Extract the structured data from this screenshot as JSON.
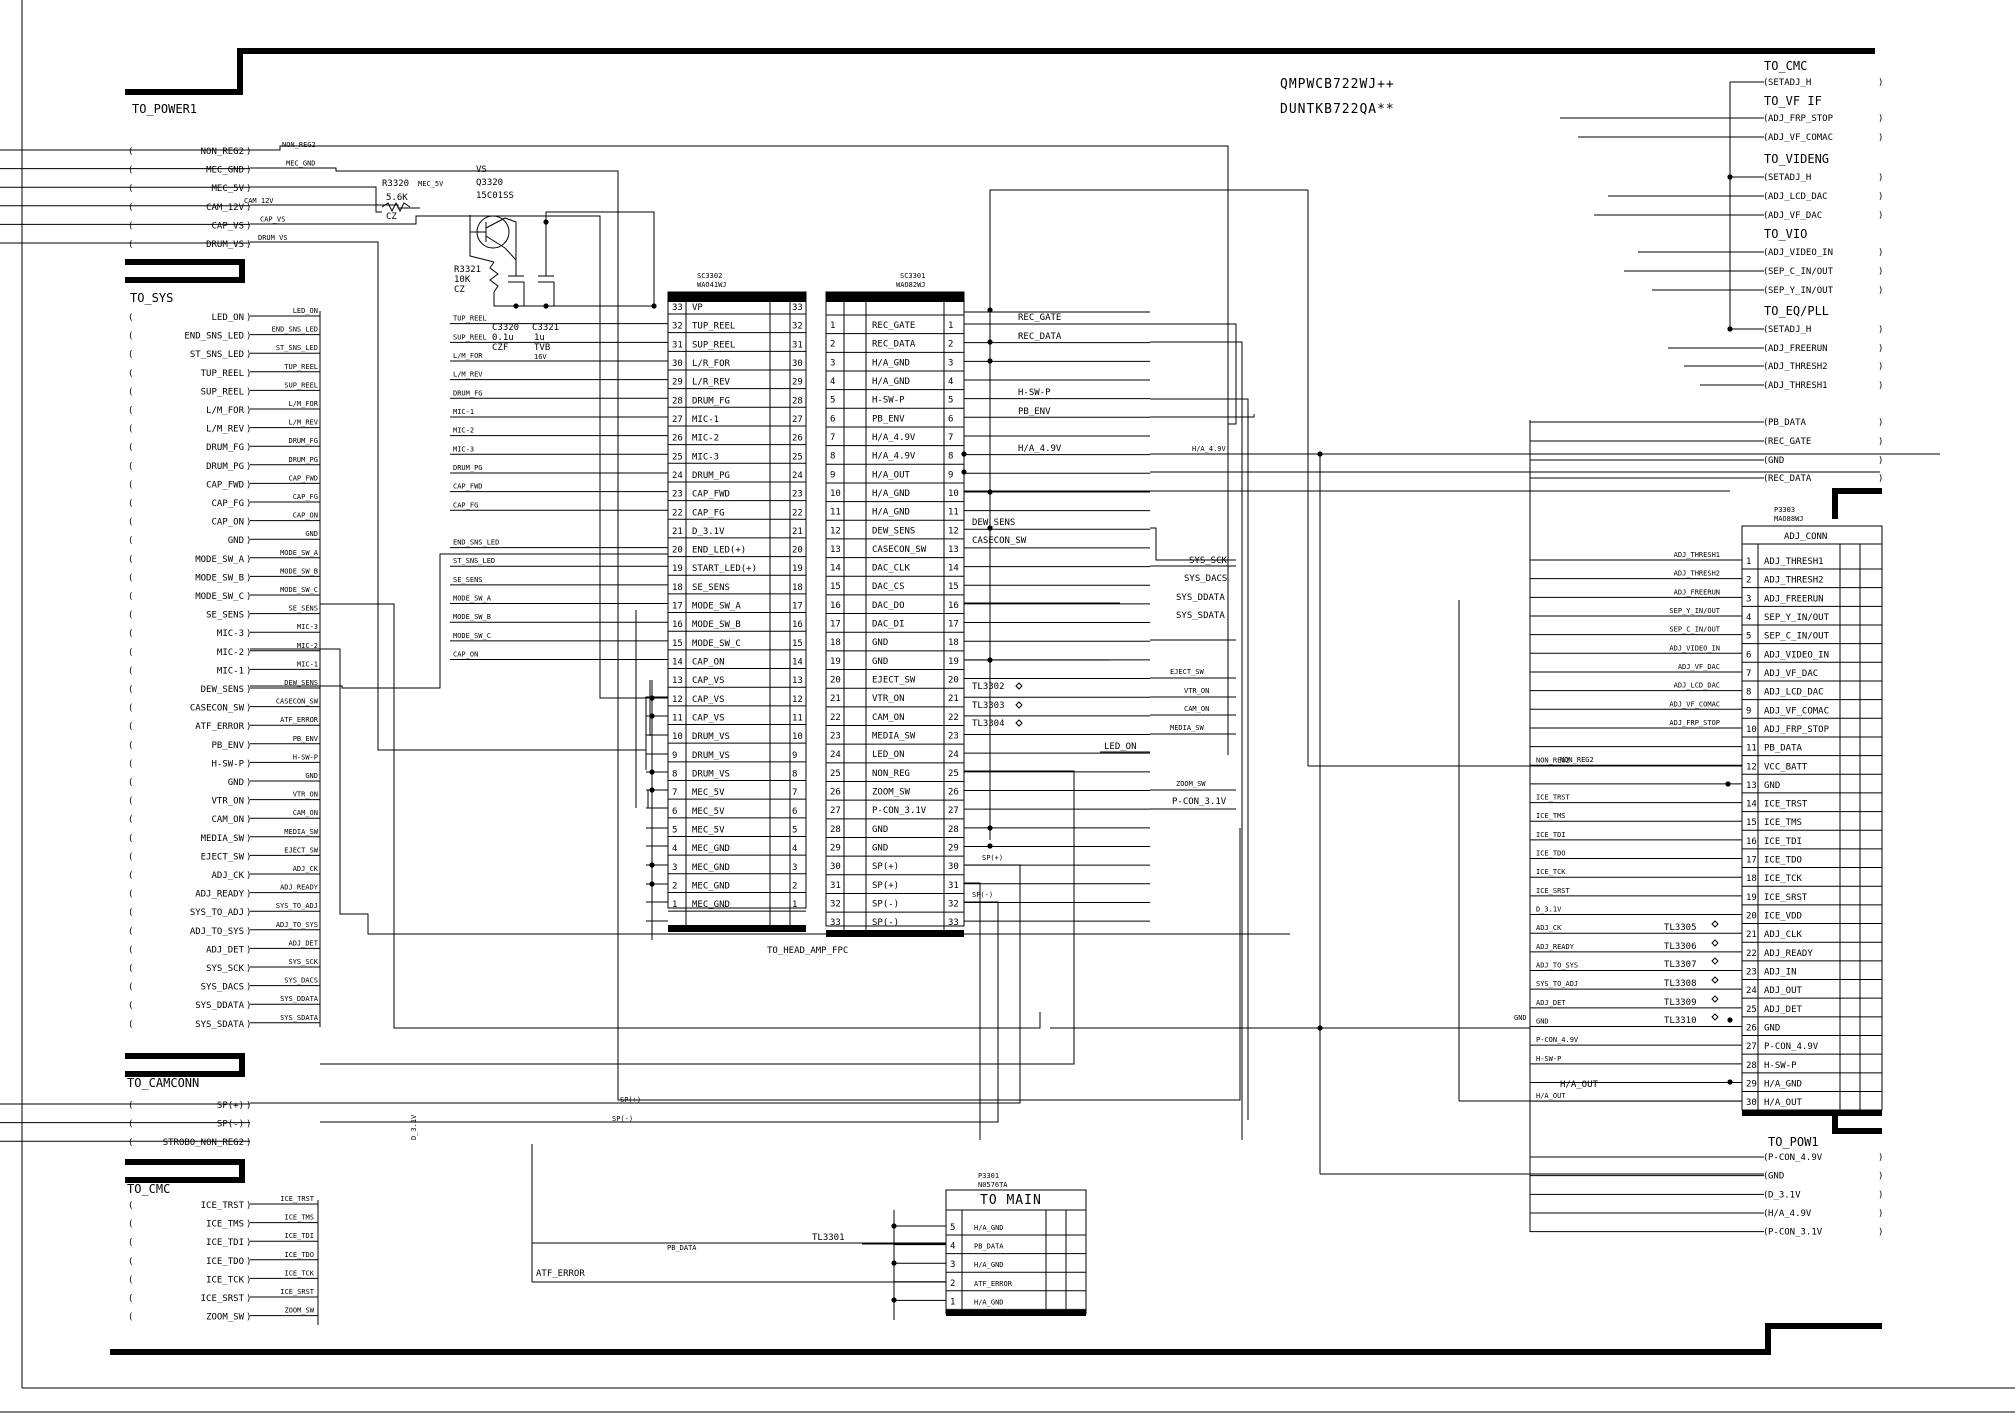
{
  "part_numbers": [
    "QMPWCB722WJ++",
    "DUNTKB722QA**"
  ],
  "to_power1": {
    "title": "TO_POWER1",
    "pins": [
      "NON_REG2",
      "MEC_GND",
      "MEC_5V",
      "CAM_12V",
      "CAP_VS",
      "DRUM_VS"
    ],
    "nets": [
      "NON_REG2",
      "MEC_GND",
      "MEC_5V",
      "CAM_12V",
      "CAP_VS",
      "DRUM_VS"
    ]
  },
  "to_sys": {
    "title": "TO_SYS",
    "pins": [
      "LED_ON",
      "END_SNS_LED",
      "ST_SNS_LED",
      "TUP_REEL",
      "SUP_REEL",
      "L/M_FOR",
      "L/M_REV",
      "DRUM_FG",
      "DRUM_PG",
      "CAP_FWD",
      "CAP_FG",
      "CAP_ON",
      "GND",
      "MODE_SW_A",
      "MODE_SW_B",
      "MODE_SW_C",
      "SE_SENS",
      "MIC-3",
      "MIC-2",
      "MIC-1",
      "DEW_SENS",
      "CASECON_SW",
      "ATF_ERROR",
      "PB_ENV",
      "H-SW-P",
      "GND",
      "VTR_ON",
      "CAM_ON",
      "MEDIA_SW",
      "EJECT_SW",
      "ADJ_CK",
      "ADJ_READY",
      "SYS_TO_ADJ",
      "ADJ_TO_SYS",
      "ADJ_DET",
      "SYS_SCK",
      "SYS_DACS",
      "SYS_DDATA",
      "SYS_SDATA"
    ],
    "nets": [
      "LED_ON",
      "END_SNS_LED",
      "ST_SNS_LED",
      "TUP_REEL",
      "SUP_REEL",
      "L/M_FOR",
      "L/M_REV",
      "DRUM_FG",
      "DRUM_PG",
      "CAP_FWD",
      "CAP_FG",
      "CAP_ON",
      "GND",
      "MODE_SW_A",
      "MODE_SW_B",
      "MODE_SW_C",
      "SE_SENS",
      "MIC-3",
      "MIC-2",
      "MIC-1",
      "DEW_SENS",
      "CASECON_SW",
      "ATF_ERROR",
      "PB_ENV",
      "H-SW-P",
      "GND",
      "VTR_ON",
      "CAM_ON",
      "MEDIA_SW",
      "EJECT_SW",
      "ADJ_CK",
      "ADJ_READY",
      "SYS_TO_ADJ",
      "ADJ_TO_SYS",
      "ADJ_DET",
      "SYS_SCK",
      "SYS_DACS",
      "SYS_DDATA",
      "SYS_SDATA"
    ]
  },
  "to_camconn": {
    "title": "TO_CAMCONN",
    "pins": [
      "SP(+)",
      "SP(-)",
      "STROBO_NON_REG2"
    ]
  },
  "to_cmc_left": {
    "title": "TO_CMC",
    "pins": [
      "ICE_TRST",
      "ICE_TMS",
      "ICE_TDI",
      "ICE_TDO",
      "ICE_TCK",
      "ICE_SRST",
      "ZOOM_SW"
    ],
    "nets": [
      "ICE_TRST",
      "ICE_TMS",
      "ICE_TDI",
      "ICE_TDO",
      "ICE_TCK",
      "ICE_SRST",
      "ZOOM_SW"
    ]
  },
  "sc3302": {
    "ref": "SC3302",
    "part": "WAO41WJ",
    "pins": [
      "VP",
      "TUP_REEL",
      "SUP_REEL",
      "L/R_FOR",
      "L/R_REV",
      "DRUM_FG",
      "MIC-1",
      "MIC-2",
      "MIC-3",
      "DRUM_PG",
      "CAP_FWD",
      "CAP_FG",
      "D_3.1V",
      "END_LED(+)",
      "START_LED(+)",
      "SE_SENS",
      "MODE_SW_A",
      "MODE_SW_B",
      "MODE_SW_C",
      "CAP_ON",
      "CAP_VS",
      "CAP_VS",
      "CAP_VS",
      "DRUM_VS",
      "DRUM_VS",
      "DRUM_VS",
      "MEC_5V",
      "MEC_5V",
      "MEC_5V",
      "MEC_GND",
      "MEC_GND",
      "MEC_GND",
      "MEC_GND"
    ],
    "nums_left": [
      "33",
      "32",
      "31",
      "30",
      "29",
      "28",
      "27",
      "26",
      "25",
      "24",
      "23",
      "22",
      "21",
      "20",
      "19",
      "18",
      "17",
      "16",
      "15",
      "14",
      "13",
      "12",
      "11",
      "10",
      "9",
      "8",
      "7",
      "6",
      "5",
      "4",
      "3",
      "2",
      "1"
    ],
    "nums_right": [
      "33",
      "32",
      "31",
      "30",
      "29",
      "28",
      "27",
      "26",
      "25",
      "24",
      "23",
      "22",
      "21",
      "20",
      "19",
      "18",
      "17",
      "16",
      "15",
      "14",
      "13",
      "12",
      "11",
      "10",
      "9",
      "8",
      "7",
      "6",
      "5",
      "4",
      "3",
      "2",
      "1"
    ],
    "nets": [
      "TUP_REEL",
      "SUP_REEL",
      "L/M_FOR",
      "L/M_REV",
      "DRUM_FG",
      "MIC-1",
      "MIC-2",
      "MIC-3",
      "DRUM_PG",
      "CAP_FWD",
      "CAP_FG",
      "END_SNS_LED",
      "ST_SNS_LED",
      "SE_SENS",
      "MODE_SW_A",
      "MODE_SW_B",
      "MODE_SW_C",
      "CAP_ON"
    ]
  },
  "sc3301": {
    "ref": "SC3301",
    "part": "WAO82WJ",
    "pins": [
      "REC_GATE",
      "REC_DATA",
      "H/A_GND",
      "H/A_GND",
      "H-SW-P",
      "PB_ENV",
      "H/A_4.9V",
      "H/A_4.9V",
      "H/A_OUT",
      "H/A_GND",
      "H/A_GND",
      "DEW_SENS",
      "CASECON_SW",
      "DAC_CLK",
      "DAC_CS",
      "DAC_DO",
      "DAC_DI",
      "GND",
      "GND",
      "EJECT_SW",
      "VTR_ON",
      "CAM_ON",
      "MEDIA_SW",
      "LED_ON",
      "NON_REG",
      "ZOOM_SW",
      "P-CON_3.1V",
      "GND",
      "GND",
      "SP(+)",
      "SP(+)",
      "SP(-)",
      "SP(-)"
    ],
    "nums": [
      "1",
      "2",
      "3",
      "4",
      "5",
      "6",
      "7",
      "8",
      "9",
      "10",
      "11",
      "12",
      "13",
      "14",
      "15",
      "16",
      "17",
      "18",
      "19",
      "20",
      "21",
      "22",
      "23",
      "24",
      "25",
      "26",
      "27",
      "28",
      "29",
      "30",
      "31",
      "32",
      "33"
    ],
    "nets": [
      "REC_GATE",
      "REC_DATA",
      "H-SW-P",
      "PB_ENV",
      "H/A_4.9V",
      "H/A_4.9V",
      "DEW_SENS",
      "CASECON_SW",
      "SYS_SCK",
      "SYS_DACS",
      "SYS_DDATA",
      "SYS_SDATA",
      "EJECT_SW",
      "VTR_ON",
      "CAM_ON",
      "MEDIA_SW",
      "LED_ON",
      "ZOOM_SW",
      "P-CON_3.1V",
      "SP(+)",
      "SP(-)"
    ]
  },
  "head_amp_label": "TO_HEAD_AMP_FPC",
  "parts": {
    "r3320": "R3320",
    "r3320_val": "5.6K",
    "r3320_tol": "CZ",
    "mec5v": "MEC_5V",
    "q3320": "Q3320",
    "q3320_part": "15C01SS",
    "vs": "VS",
    "r3321": "R3321",
    "r3321_val": "10K",
    "r3321_tol": "CZ",
    "c3320": "C3320",
    "c3320_val": "0.1u",
    "c3320_tol": "CZF",
    "c3321": "C3321",
    "c3321_val": "1u",
    "c3321_tol": "TVB",
    "c3321_v": "16V",
    "d31v": "D_3.1V"
  },
  "testpoints": {
    "tl3302": "TL3302",
    "tl3303": "TL3303",
    "tl3304": "TL3304",
    "tl3301": "TL3301"
  },
  "p3301": {
    "ref": "P3301",
    "part": "N0576TA",
    "title": "TO MAIN",
    "pins": [
      "H/A_GND",
      "PB_DATA",
      "H/A_GND",
      "ATF_ERROR",
      "H/A_GND"
    ],
    "nums": [
      "5",
      "4",
      "3",
      "2",
      "1"
    ],
    "nets": {
      "pb": "PB_DATA",
      "atf": "ATF_ERROR"
    }
  },
  "right_top": {
    "titles": [
      "TO_CMC",
      "TO_VF IF",
      "TO_VIDENG",
      "TO_VIO",
      "TO_EQ/PLL"
    ],
    "cmc": [
      "SETADJ_H"
    ],
    "vf": [
      "ADJ_FRP_STOP",
      "ADJ_VF_COMAC"
    ],
    "videng": [
      "SETADJ_H",
      "ADJ_LCD_DAC",
      "ADJ_VF_DAC"
    ],
    "vio": [
      "ADJ_VIDEO_IN",
      "SEP_C_IN/OUT",
      "SEP_Y_IN/OUT"
    ],
    "eq": [
      "SETADJ_H",
      "ADJ_FREERUN",
      "ADJ_THRESH2",
      "ADJ_THRESH1"
    ],
    "misc": [
      "PB_DATA",
      "REC_GATE",
      "GND",
      "REC_DATA"
    ]
  },
  "p3303": {
    "ref": "P3303",
    "part": "MAO88WJ",
    "title": "ADJ_CONN",
    "pins": [
      "ADJ_THRESH1",
      "ADJ_THRESH2",
      "ADJ_FREERUN",
      "SEP_Y_IN/OUT",
      "SEP_C_IN/OUT",
      "ADJ_VIDEO_IN",
      "ADJ_VF_DAC",
      "ADJ_LCD_DAC",
      "ADJ_VF_COMAC",
      "ADJ_FRP_STOP",
      "PB_DATA",
      "VCC_BATT",
      "GND",
      "ICE_TRST",
      "ICE_TMS",
      "ICE_TDI",
      "ICE_TDO",
      "ICE_TCK",
      "ICE_SRST",
      "ICE_VDD",
      "ADJ_CLK",
      "ADJ_READY",
      "ADJ_IN",
      "ADJ_OUT",
      "ADJ_DET",
      "GND",
      "P-CON_4.9V",
      "H-SW-P",
      "H/A_GND",
      "H/A_OUT"
    ],
    "nums": [
      "1",
      "2",
      "3",
      "4",
      "5",
      "6",
      "7",
      "8",
      "9",
      "10",
      "11",
      "12",
      "13",
      "14",
      "15",
      "16",
      "17",
      "18",
      "19",
      "20",
      "21",
      "22",
      "23",
      "24",
      "25",
      "26",
      "27",
      "28",
      "29",
      "30"
    ],
    "nets": [
      "ADJ_THRESH1",
      "ADJ_THRESH2",
      "ADJ_FREERUN",
      "SEP_Y_IN/OUT",
      "SEP_C_IN/OUT",
      "ADJ_VIDEO_IN",
      "ADJ_VF_DAC",
      "ADJ_LCD_DAC",
      "ADJ_VF_COMAC",
      "ADJ_FRP_STOP",
      "",
      "NON_REG2",
      "",
      "ICE_TRST",
      "ICE_TMS",
      "ICE_TDI",
      "ICE_TDO",
      "ICE_TCK",
      "ICE_SRST",
      "D_3.1V",
      "ADJ_CK",
      "ADJ_READY",
      "ADJ_TO_SYS",
      "SYS_TO_ADJ",
      "ADJ_DET",
      "GND",
      "P-CON_4.9V",
      "H-SW-P",
      "",
      "H/A_OUT"
    ],
    "tl": [
      "TL3305",
      "TL3306",
      "TL3307",
      "TL3308",
      "TL3309",
      "TL3310"
    ]
  },
  "to_pow1": {
    "title": "TO_POW1",
    "pins": [
      "P-CON_4.9V",
      "GND",
      "D_3.1V",
      "H/A_4.9V",
      "P-CON_3.1V"
    ]
  },
  "wire_labels": {
    "rec_gate": "REC_GATE",
    "rec_data": "REC_DATA",
    "hswp": "H-SW-P",
    "pbenv": "PB_ENV",
    "ha49": "H/A_4.9V",
    "ha49b": "H/A_4.9V",
    "dew": "DEW_SENS",
    "case": "CASECON_SW",
    "sck": "SYS_SCK",
    "dacs": "SYS_DACS",
    "ddata": "SYS_DDATA",
    "sdata": "SYS_SDATA",
    "eject": "EJECT_SW",
    "vtr": "VTR_ON",
    "cam": "CAM_ON",
    "media": "MEDIA_SW",
    "led": "LED_ON",
    "zoom": "ZOOM_SW",
    "pcon31": "P-CON_3.1V",
    "spp": "SP(+)",
    "spm": "SP(-)",
    "spp2": "SP(+)",
    "spm2": "SP(-)",
    "nonreg2": "NON_REG2",
    "gnd": "GND",
    "d31v": "D_3.1V"
  }
}
